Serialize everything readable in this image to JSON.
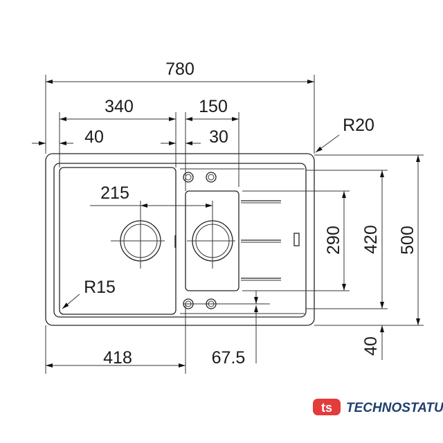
{
  "dimensions": {
    "total_width": "780",
    "bowl_width": "340",
    "small_bowl_width": "150",
    "left_offset": "40",
    "small_offset": "30",
    "corner_radius_outer": "R20",
    "corner_radius_bowl": "R15",
    "drain_spacing": "215",
    "small_bowl_depth": "290",
    "inner_depth": "420",
    "total_depth": "500",
    "bottom_offset": "40",
    "drain_position": "418",
    "tap_offset": "67.5"
  },
  "logo": {
    "text": "TECHNOSTATUS",
    "mark": "ts",
    "color": "#e43b3b",
    "text_color": "#1f3f6e"
  }
}
